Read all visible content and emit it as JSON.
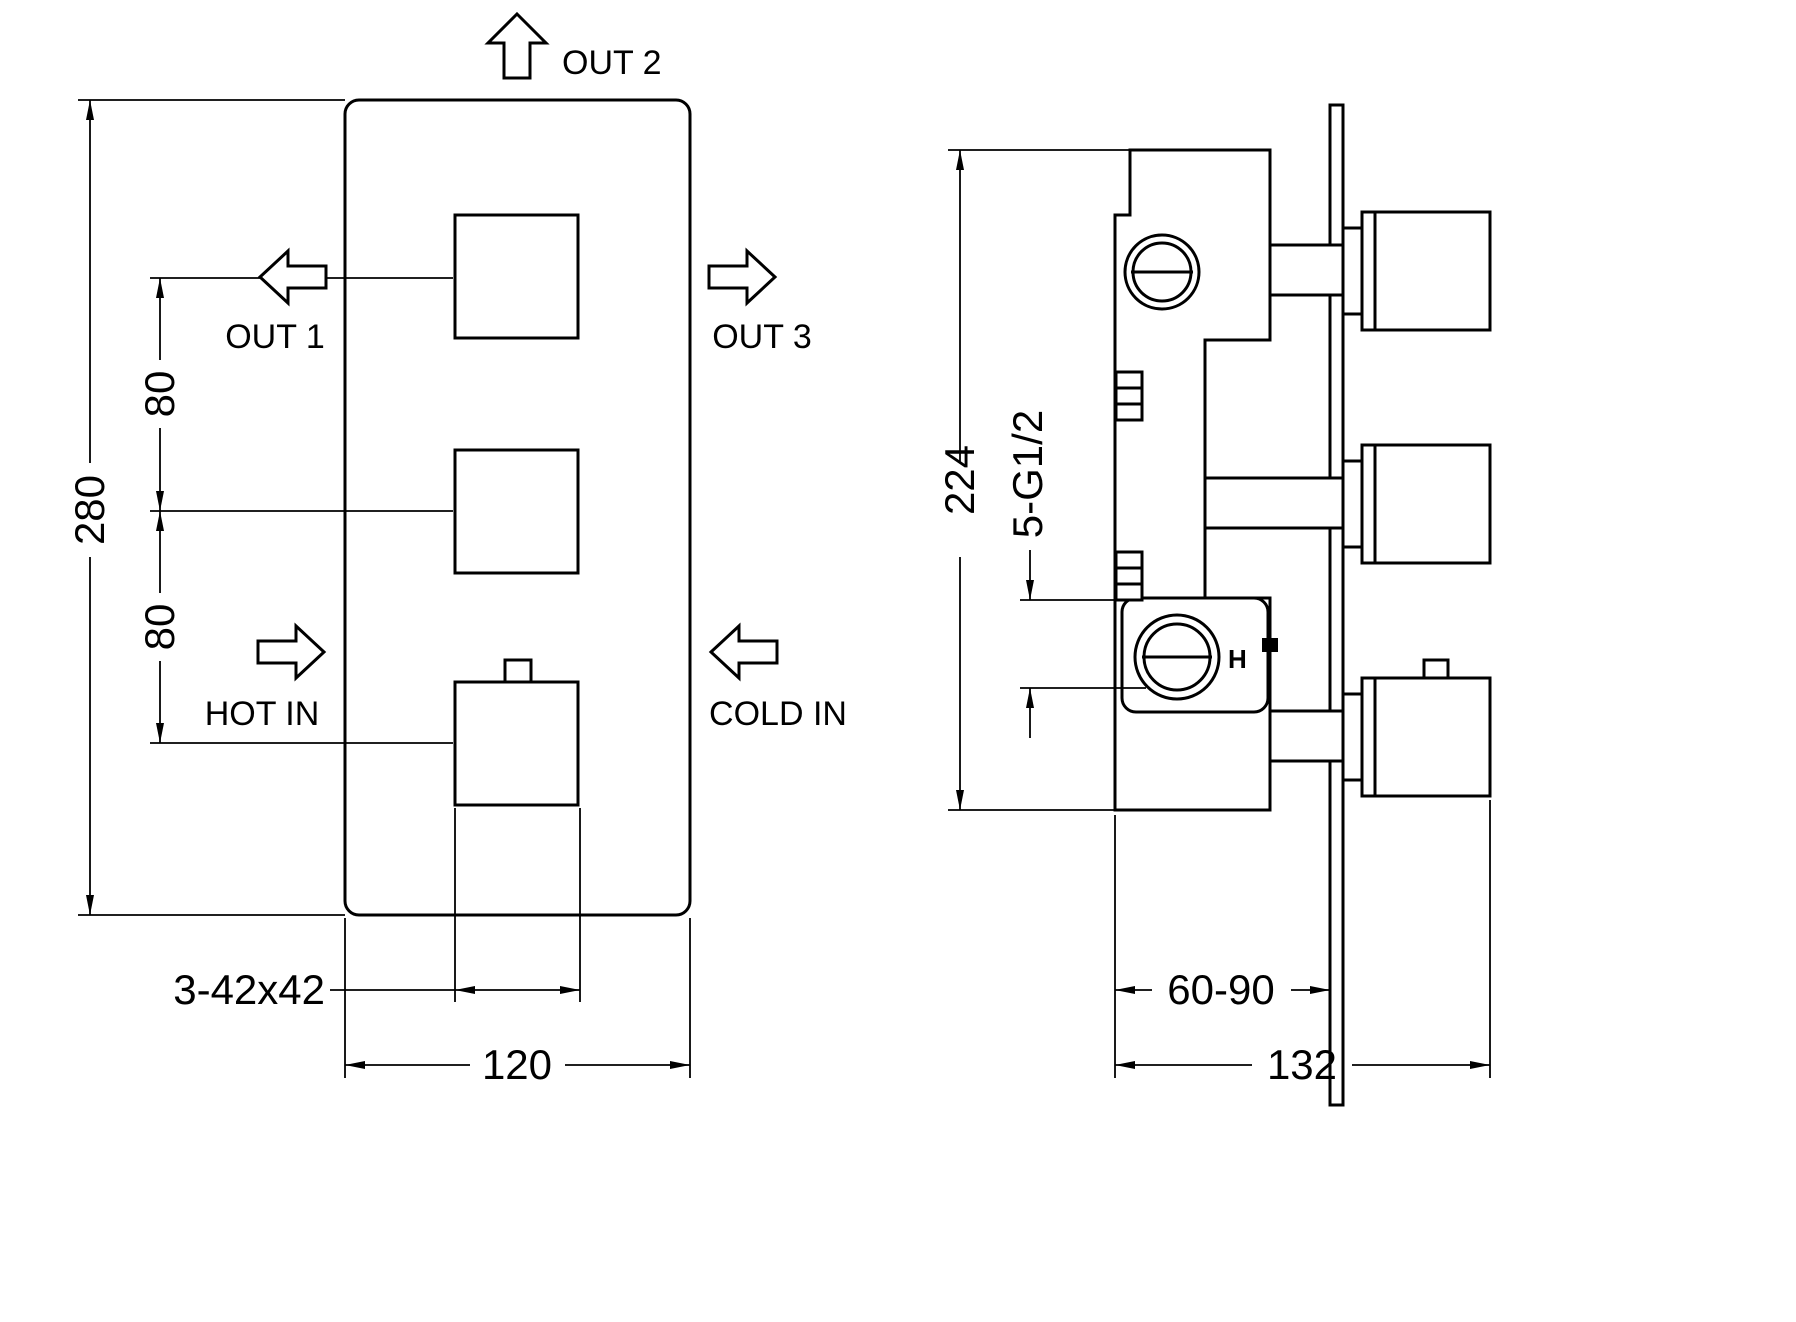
{
  "drawing": {
    "front_view": {
      "flow_labels": {
        "out1": "OUT 1",
        "out2": "OUT 2",
        "out3": "OUT 3",
        "hot_in": "HOT IN",
        "cold_in": "COLD IN"
      },
      "dims": {
        "overall_height": "280",
        "port_spacing_upper": "80",
        "port_spacing_lower": "80",
        "handle_cutouts": "3-42x42",
        "overall_width": "120"
      }
    },
    "side_view": {
      "dims": {
        "body_height": "224",
        "thread_ports": "5-G1/2",
        "depth_range": "60-90",
        "overall_depth": "132"
      },
      "hot_marking": "H"
    },
    "colors": {
      "line": "#000000",
      "background": "#ffffff"
    }
  }
}
